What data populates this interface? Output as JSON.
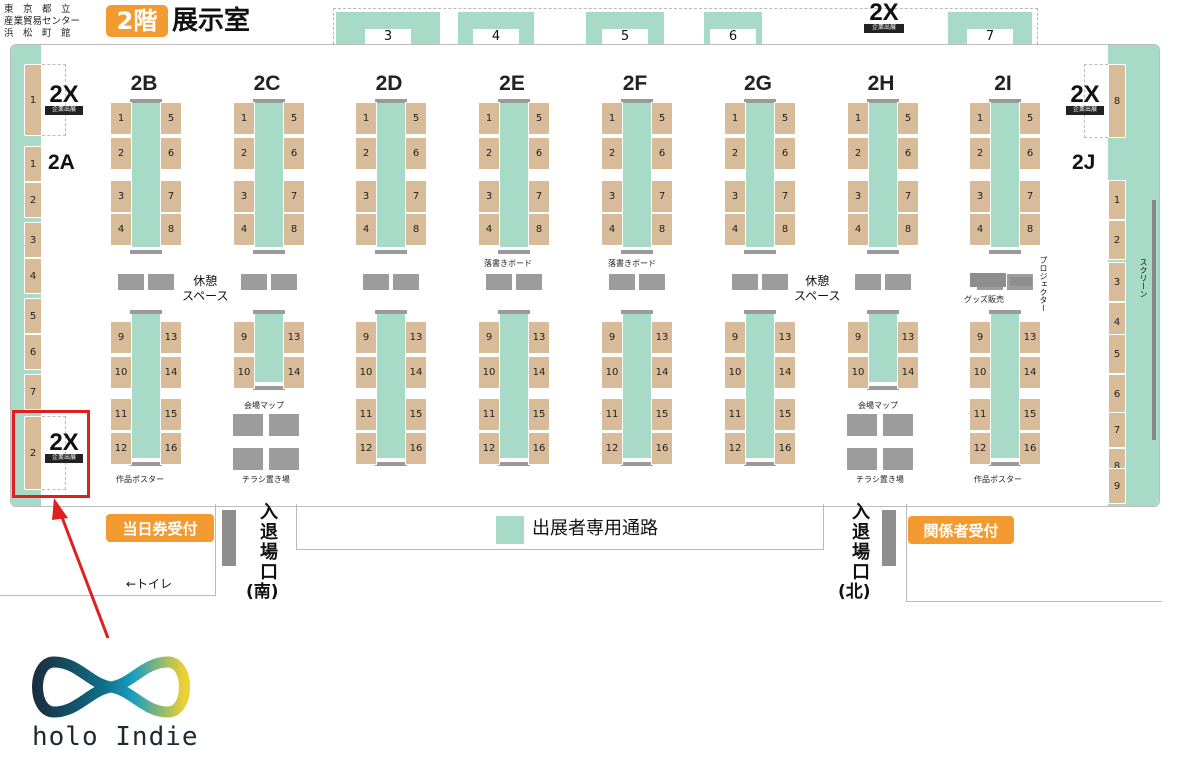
{
  "title": {
    "venue_lines": [
      "東　京　都　立",
      "産業貿易センター",
      "浜　松　町　館"
    ],
    "floor_badge": "2階",
    "room": "展示室"
  },
  "top_booths": {
    "x_label": "2X",
    "x_caption": "企業出展",
    "numbers": [
      "3",
      "4",
      "5",
      "6",
      "7"
    ]
  },
  "left_wall": {
    "x_top": {
      "num": "1",
      "label": "2X",
      "caption": "企業出展"
    },
    "zone": "2A",
    "numbers": [
      "1",
      "2",
      "3",
      "4",
      "5",
      "6",
      "7"
    ],
    "x_bottom": {
      "num": "2",
      "label": "2X",
      "caption": "企業出展"
    }
  },
  "right_wall": {
    "x_top": {
      "num": "8",
      "label": "2X",
      "caption": "企業出展"
    },
    "zone": "2J",
    "numbers": [
      "1",
      "2",
      "3",
      "4",
      "5",
      "6",
      "7",
      "8",
      "9"
    ],
    "screen": "スクリーン"
  },
  "columns": [
    {
      "name": "2B"
    },
    {
      "name": "2C"
    },
    {
      "name": "2D"
    },
    {
      "name": "2E"
    },
    {
      "name": "2F"
    },
    {
      "name": "2G"
    },
    {
      "name": "2H"
    },
    {
      "name": "2I"
    }
  ],
  "upper_left_numbers": [
    "1",
    "2",
    "3",
    "4"
  ],
  "upper_right_numbers": [
    "5",
    "6",
    "7",
    "8"
  ],
  "lower_left_numbers": [
    "9",
    "10",
    "11",
    "12"
  ],
  "lower_right_numbers": [
    "13",
    "14",
    "15",
    "16"
  ],
  "labels": {
    "rest_space_1": "休憩",
    "rest_space_2": "スペース",
    "graffiti_board": "落書きボード",
    "goods_sale": "グッズ販売",
    "projector": "プロジェクター",
    "venue_map": "会場マップ",
    "flyer_place": "チラシ置き場",
    "works_poster": "作品ポスター",
    "same_day_ticket": "当日券受付",
    "staff_reception": "関係者受付",
    "exhibitor_passage": "出展者専用通路",
    "entrance_south": "入退場口",
    "south": "(南)",
    "entrance_north": "入退場口",
    "north": "(北)",
    "toilet": "←トイレ"
  },
  "logo": {
    "text": "holo Indie"
  },
  "colors": {
    "mint": "#a7dbc8",
    "tan": "#d8bc9a",
    "orange": "#f39b30",
    "highlight": "#e02020"
  }
}
